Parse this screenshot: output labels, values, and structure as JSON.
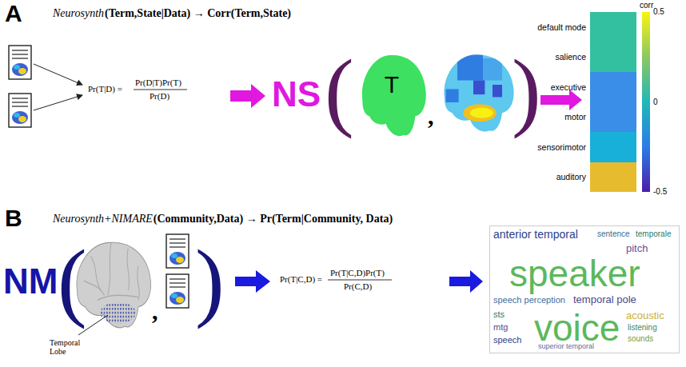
{
  "diagram": {
    "nodes": [
      {
        "text": [
          "T"
        ]
      },
      {
        "text": [
          "default mode"
        ]
      },
      {
        "text": [
          "salience"
        ]
      },
      {
        "text": [
          "executive"
        ]
      },
      {
        "text": [
          "motor"
        ]
      },
      {
        "text": [
          "sensorimotor"
        ]
      },
      {
        "text": [
          "auditory"
        ]
      },
      {
        "text": [
          "anterior temporal",
          "sentence",
          "temporale",
          "pitch",
          "speaker",
          "speech perception",
          "temporal pole",
          "acoustic",
          "sts",
          "voice",
          "mtg",
          "listening",
          "sounds",
          "speech",
          "superior temporal"
        ]
      }
    ],
    "labels": [
      "A",
      "Neurosynth",
      "(Term,State|Data) → Corr(Term,State)",
      "Pr(T|D) =",
      "Pr(D|T)Pr(T)",
      "Pr(D)",
      "NS",
      "(",
      ",",
      ")",
      "corr",
      "0.5",
      "0",
      "-0.5",
      "B",
      "Neurosynth+NIMARE",
      "(Community,Data) → Pr(Term|Community, Data)",
      "NM",
      "(",
      ",",
      ")",
      "Temporal Lobe",
      "Pr(T|C,D) =",
      "Pr(T|C,D)Pr(T)",
      "Pr(C,D)"
    ]
  }
}
